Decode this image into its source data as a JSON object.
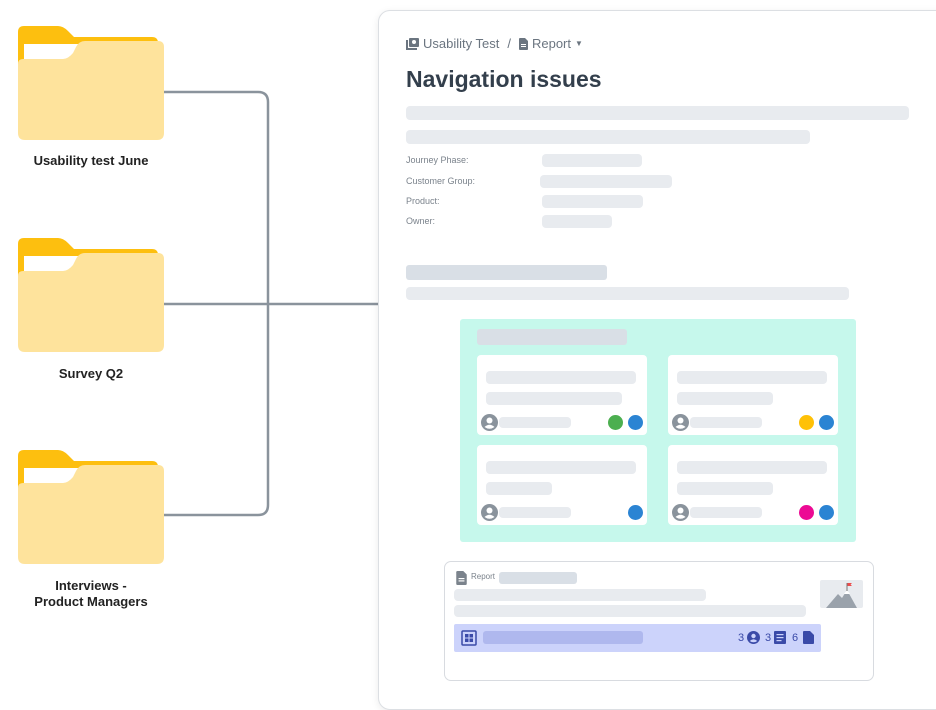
{
  "folders": [
    {
      "label": "Usability test June"
    },
    {
      "label": "Survey Q2"
    },
    {
      "label_line1": "Interviews -",
      "label_line2": "Product Managers"
    }
  ],
  "breadcrumb": {
    "project": "Usability Test",
    "separator": "/",
    "page": "Report"
  },
  "page_title": "Navigation issues",
  "fields": [
    {
      "label": "Journey Phase:"
    },
    {
      "label": "Customer Group:"
    },
    {
      "label": "Product:"
    },
    {
      "label": "Owner:"
    }
  ],
  "board": {
    "color": "#c6f8ec",
    "cards": [
      {
        "tags": [
          "#4caf50",
          "#2b84d3"
        ]
      },
      {
        "tags": [
          "#ffc107",
          "#2b84d3"
        ]
      },
      {
        "tags": [
          "#2b84d3"
        ]
      },
      {
        "tags": [
          "#ec0a94",
          "#2b84d3"
        ]
      }
    ]
  },
  "report_card": {
    "type_label": "Report",
    "counts": {
      "people": "3",
      "notes": "3",
      "docs": "6"
    }
  }
}
